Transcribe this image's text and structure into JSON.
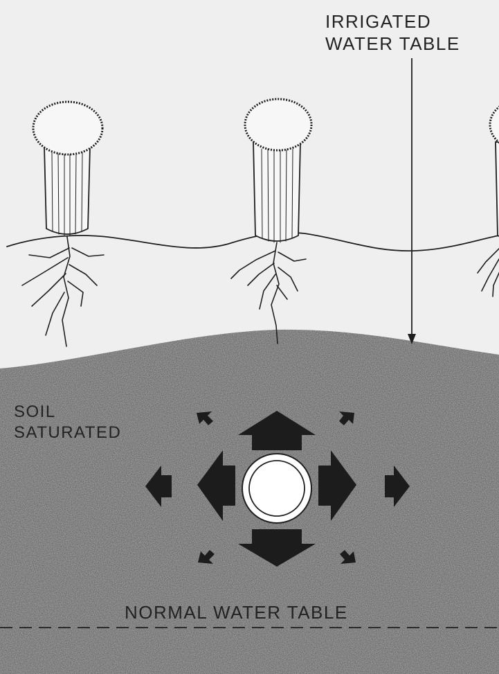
{
  "labels": {
    "irrigated_line1": "IRRIGATED",
    "irrigated_line2": "WATER TABLE",
    "soil_line1": "SOIL",
    "soil_line2": "SATURATED",
    "normal_water_table": "NORMAL WATER TABLE"
  },
  "colors": {
    "background": "#efefef",
    "saturated_soil": "#a3a3a3",
    "ink": "#1e1e1e",
    "pipe": "#ffffff"
  },
  "icons": [
    "plant-icon",
    "drain-pipe-icon",
    "water-flow-arrow-icon"
  ]
}
